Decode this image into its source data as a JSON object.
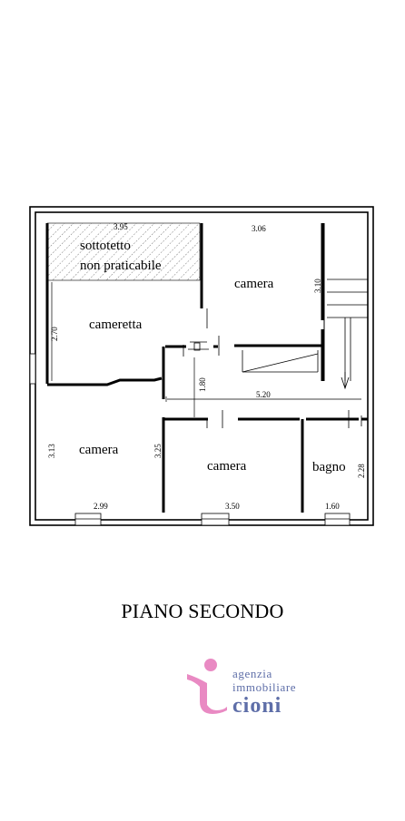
{
  "plan": {
    "rooms": {
      "sottotetto_line1": "sottotetto",
      "sottotetto_line2": "non praticabile",
      "cameretta": "cameretta",
      "camera_top": "camera",
      "camera_left": "camera",
      "camera_center": "camera",
      "bagno": "bagno"
    },
    "dimensions": {
      "sottotetto_width": "3.95",
      "camera_top_width": "3.06",
      "camera_top_height": "3.10",
      "cameretta_height": "2.70",
      "corridor_height": "1.80",
      "corridor_width": "5.20",
      "camera_left_height": "3.13",
      "camera_center_height": "3.25",
      "bagno_height": "2.28",
      "camera_left_width": "2.99",
      "camera_center_width": "3.50",
      "bagno_width": "1.60"
    }
  },
  "title": "PIANO SECONDO",
  "logo": {
    "line1": "agenzia",
    "line2": "immobiliare",
    "line3": "cioni",
    "color_text": "#5e6ea8",
    "color_mark": "#e98ac3"
  }
}
